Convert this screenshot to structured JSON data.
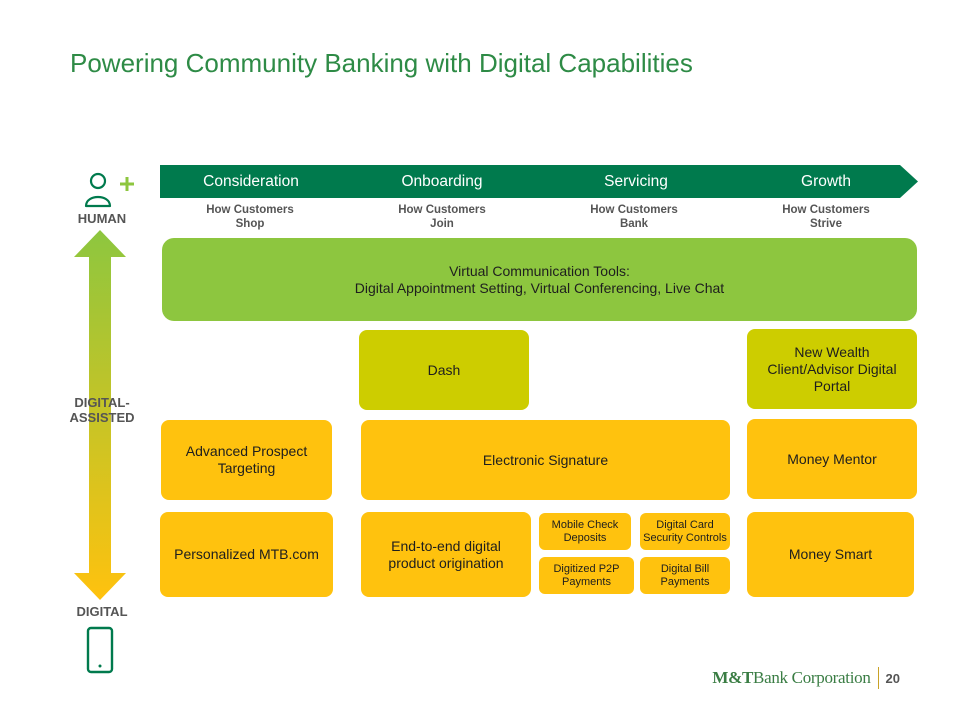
{
  "title": "Powering Community Banking with Digital Capabilities",
  "stages": [
    {
      "label": "Consideration",
      "sub": "How Customers\nShop"
    },
    {
      "label": "Onboarding",
      "sub": "How Customers\nJoin"
    },
    {
      "label": "Servicing",
      "sub": "How Customers\nBank"
    },
    {
      "label": "Growth",
      "sub": "How Customers\nStrive"
    }
  ],
  "axis": {
    "human": "HUMAN",
    "digital_assisted": "DIGITAL-\nASSISTED",
    "digital": "DIGITAL"
  },
  "boxes": {
    "virtual_tools": "Virtual Communication Tools:\nDigital Appointment Setting, Virtual Conferencing, Live Chat",
    "dash": "Dash",
    "new_wealth": "New Wealth\nClient/Advisor Digital\nPortal",
    "advanced_prospect": "Advanced Prospect\nTargeting",
    "electronic_signature": "Electronic Signature",
    "money_mentor": "Money Mentor",
    "personalized_mtb": "Personalized MTB.com",
    "end_to_end": "End-to-end digital\nproduct origination",
    "mobile_check": "Mobile Check\nDeposits",
    "digital_card": "Digital Card\nSecurity Controls",
    "digitized_p2p": "Digitized P2P\nPayments",
    "digital_bill": "Digital Bill\nPayments",
    "money_smart": "Money Smart"
  },
  "footer": {
    "logo_mark": "M&T",
    "logo_rest": "Bank Corporation",
    "page_number": "20"
  },
  "icons": {
    "human": "person-add-icon",
    "digital": "mobile-phone-icon",
    "axis": "double-arrow-icon"
  },
  "colors": {
    "title_green": "#2e8b46",
    "banner_green": "#007a4d",
    "lime": "#8dc63f",
    "olive": "#cdcd00",
    "yellow": "#ffc20e"
  }
}
